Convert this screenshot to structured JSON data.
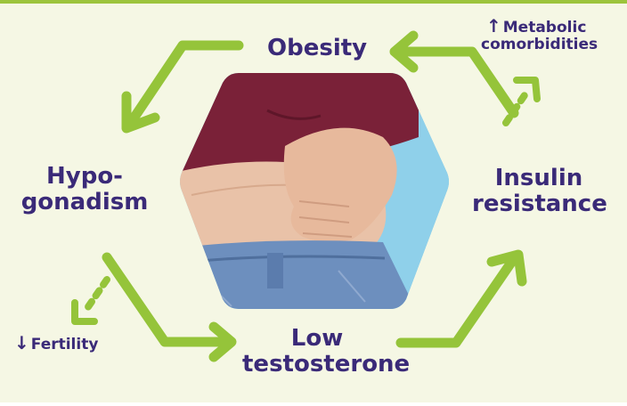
{
  "nodes": {
    "obesity": "Obesity",
    "insulin_line1": "Insulin",
    "insulin_line2": "resistance",
    "low_t_line1": "Low",
    "low_t_line2": "testosterone",
    "hypo_line1": "Hypo-",
    "hypo_line2": "gonadism"
  },
  "outcomes": {
    "metabolic_arrow": "↑",
    "metabolic_line1": "Metabolic",
    "metabolic_line2": "comorbidities",
    "fertility_arrow": "↓",
    "fertility": "Fertility"
  },
  "colors": {
    "arrow": "#95c43a",
    "text": "#3a2a78",
    "background": "#f5f7e4"
  },
  "image": {
    "subject": "person holding belly fat above blue jeans",
    "shape": "hexagon"
  }
}
